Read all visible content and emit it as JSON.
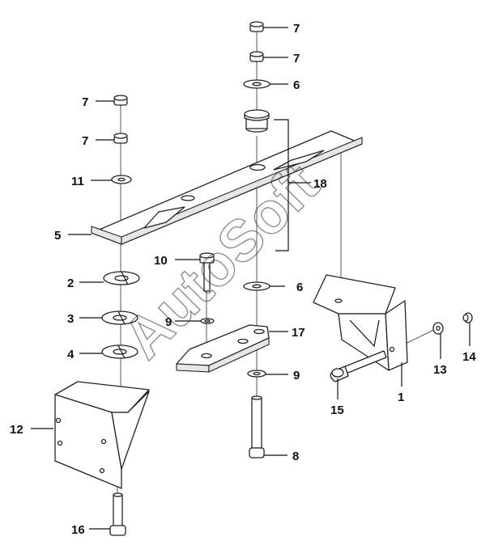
{
  "watermark": "AutoSoft",
  "callouts": [
    {
      "id": "c7a",
      "text": "7"
    },
    {
      "id": "c7b",
      "text": "7"
    },
    {
      "id": "c6a",
      "text": "6"
    },
    {
      "id": "c7c",
      "text": "7"
    },
    {
      "id": "c7d",
      "text": "7"
    },
    {
      "id": "c11",
      "text": "11"
    },
    {
      "id": "c18",
      "text": "18"
    },
    {
      "id": "c5",
      "text": "5"
    },
    {
      "id": "c10",
      "text": "10"
    },
    {
      "id": "c2",
      "text": "2"
    },
    {
      "id": "c6b",
      "text": "6"
    },
    {
      "id": "c3",
      "text": "3"
    },
    {
      "id": "c9a",
      "text": "9"
    },
    {
      "id": "c17",
      "text": "17"
    },
    {
      "id": "c4",
      "text": "4"
    },
    {
      "id": "c14",
      "text": "14"
    },
    {
      "id": "c9b",
      "text": "9"
    },
    {
      "id": "c13",
      "text": "13"
    },
    {
      "id": "c1",
      "text": "1"
    },
    {
      "id": "c15",
      "text": "15"
    },
    {
      "id": "c12",
      "text": "12"
    },
    {
      "id": "c8",
      "text": "8"
    },
    {
      "id": "c16",
      "text": "16"
    }
  ]
}
